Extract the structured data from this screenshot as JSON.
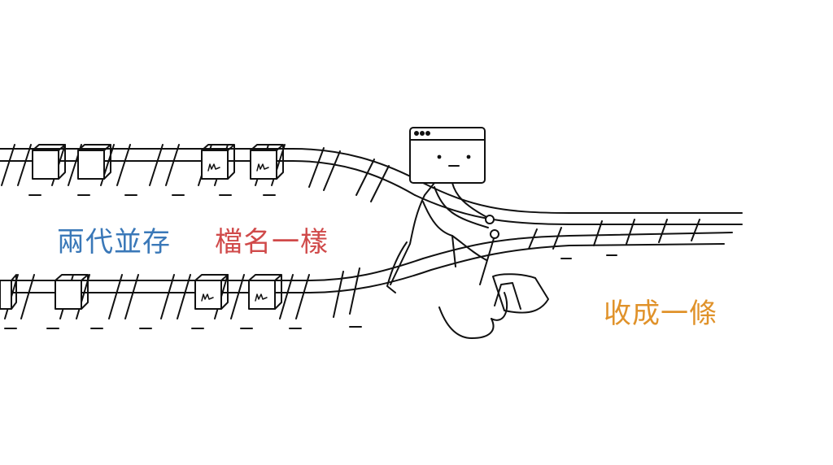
{
  "labels": {
    "coexist": "兩代並存",
    "same_name": "檔名一樣",
    "merge": "收成一條"
  },
  "colors": {
    "coexist": "#3a78b8",
    "same_name": "#d04a4a",
    "merge": "#e0922a",
    "ink": "#111111"
  },
  "icons": {
    "crate_mark": "scribble-signature",
    "character_head": "browser-window"
  }
}
